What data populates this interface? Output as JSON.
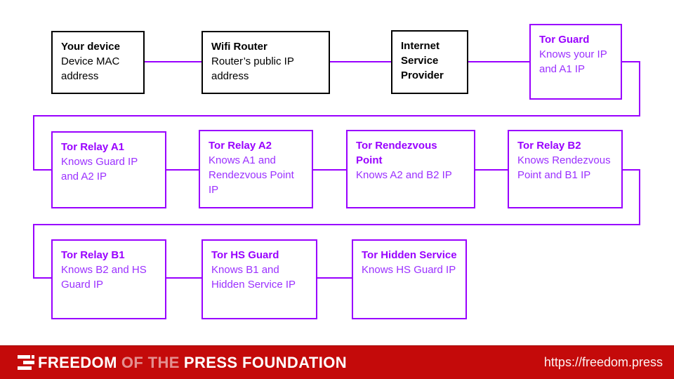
{
  "colors": {
    "node_border_purple": "#9900ff",
    "node_title_purple": "#9900ff",
    "node_body_purple": "#9b30ff",
    "node_black": "#000000",
    "connector": "#9900ff",
    "footer_red": "#c40a0a",
    "footer_text": "#ffffff"
  },
  "nodes": [
    {
      "id": "your-device",
      "style": "black",
      "title": "Your device",
      "body": "Device MAC address"
    },
    {
      "id": "wifi-router",
      "style": "black",
      "title": "Wifi Router",
      "body": "Router’s public IP address"
    },
    {
      "id": "isp",
      "style": "black",
      "title": "Internet Service Provider",
      "body": ""
    },
    {
      "id": "tor-guard",
      "style": "purple",
      "title": "Tor Guard",
      "body": "Knows your IP and A1 IP"
    },
    {
      "id": "tor-relay-a1",
      "style": "purple",
      "title": "Tor Relay A1",
      "body": "Knows Guard IP and A2 IP"
    },
    {
      "id": "tor-relay-a2",
      "style": "purple",
      "title": "Tor Relay A2",
      "body": "Knows A1 and Rendezvous Point IP"
    },
    {
      "id": "tor-rendezvous-point",
      "style": "purple",
      "title": "Tor Rendezvous Point",
      "body": "Knows A2 and B2 IP"
    },
    {
      "id": "tor-relay-b2",
      "style": "purple",
      "title": "Tor Relay B2",
      "body": "Knows Rendezvous Point and B1 IP"
    },
    {
      "id": "tor-relay-b1",
      "style": "purple",
      "title": "Tor Relay B1",
      "body": "Knows B2 and HS Guard IP"
    },
    {
      "id": "tor-hs-guard",
      "style": "purple",
      "title": "Tor HS Guard",
      "body": "Knows B1 and Hidden Service IP"
    },
    {
      "id": "tor-hidden-service",
      "style": "purple",
      "title": "Tor Hidden Service",
      "body": "Knows HS Guard IP"
    }
  ],
  "footer": {
    "logo_icon": "fpf-redacted-lines-logo",
    "brand_part1": "FREEDOM",
    "brand_part2": "OF THE",
    "brand_part3": "PRESS FOUNDATION",
    "url": "https://freedom.press"
  }
}
